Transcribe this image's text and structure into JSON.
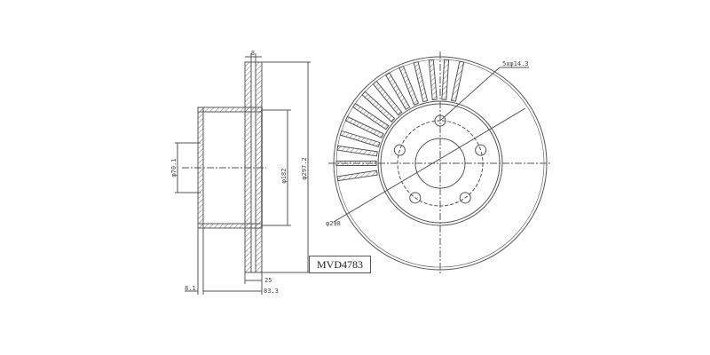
{
  "part_number": "MVD4783",
  "dimensions": {
    "vane_gap": "8",
    "bore_dia": "φ70.1",
    "hat_dia": "φ182",
    "outer_dia_side": "φ297.2",
    "thickness": "25",
    "height": "83.3",
    "hat_wall": "8.1",
    "bolt_holes": "5xφ14.3",
    "outer_dia_front": "φ298"
  },
  "colors": {
    "line": "#555555",
    "text": "#444444"
  }
}
